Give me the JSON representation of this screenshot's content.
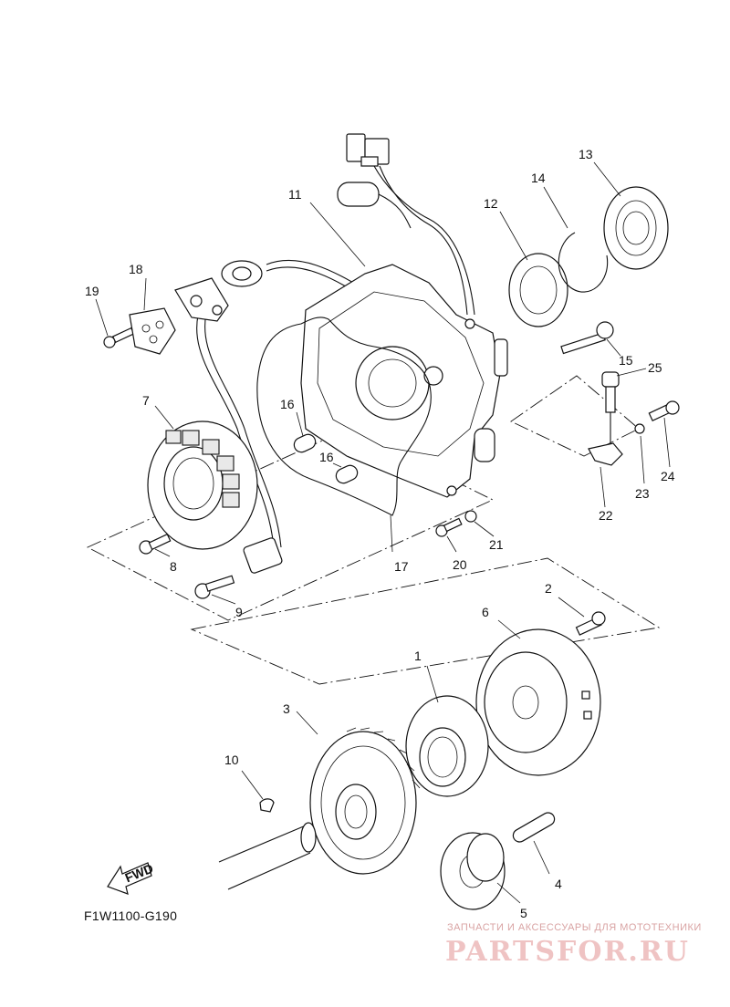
{
  "diagram": {
    "code": "F1W1100-G190",
    "fwd_label": "FWD",
    "callouts": {
      "c1": "1",
      "c2": "2",
      "c3": "3",
      "c4": "4",
      "c5": "5",
      "c6": "6",
      "c7": "7",
      "c8": "8",
      "c9": "9",
      "c10": "10",
      "c11": "11",
      "c12": "12",
      "c13": "13",
      "c14": "14",
      "c15": "15",
      "c16a": "16",
      "c16b": "16",
      "c17": "17",
      "c18": "18",
      "c19": "19",
      "c20": "20",
      "c21": "21",
      "c22": "22",
      "c23": "23",
      "c24": "24",
      "c25": "25"
    }
  },
  "watermark": {
    "tagline": "ЗАПЧАСТИ И АКСЕССУАРЫ ДЛЯ МОТОТЕХНИКИ",
    "brand": "PARTSFOR.RU",
    "color": "#efc3c3"
  }
}
